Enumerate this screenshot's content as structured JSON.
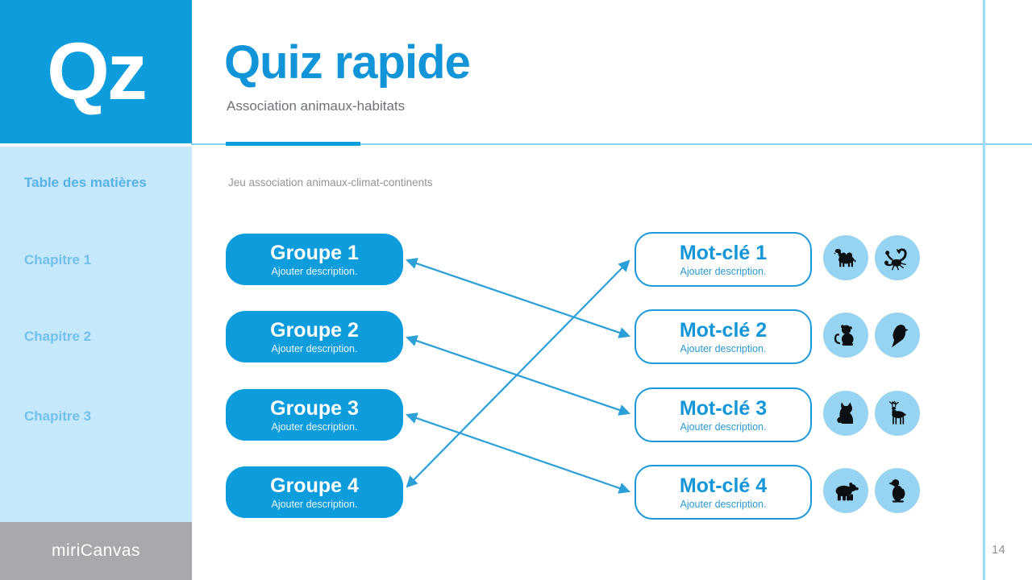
{
  "slide": {
    "page_number": "14"
  },
  "brand": {
    "logo_text": "Qz",
    "footer_brand": "miriCanvas"
  },
  "sidebar": {
    "items": [
      "Table des matières",
      "Chapitre 1",
      "Chapitre 2",
      "Chapitre 3"
    ]
  },
  "header": {
    "title": "Quiz rapide",
    "subtitle": "Association animaux-habitats"
  },
  "main": {
    "caption": "Jeu association animaux-climat-continents",
    "groups": [
      {
        "title": "Groupe 1",
        "description": "Ajouter description."
      },
      {
        "title": "Groupe 2",
        "description": "Ajouter description."
      },
      {
        "title": "Groupe 3",
        "description": "Ajouter description."
      },
      {
        "title": "Groupe 4",
        "description": "Ajouter description."
      }
    ],
    "keywords": [
      {
        "title": "Mot-clé 1",
        "description": "Ajouter description.",
        "icons": [
          "camel-icon",
          "scorpion-icon"
        ]
      },
      {
        "title": "Mot-clé 2",
        "description": "Ajouter description.",
        "icons": [
          "monkey-icon",
          "parrot-icon"
        ]
      },
      {
        "title": "Mot-clé 3",
        "description": "Ajouter description.",
        "icons": [
          "fox-icon",
          "deer-icon"
        ]
      },
      {
        "title": "Mot-clé 4",
        "description": "Ajouter description.",
        "icons": [
          "bear-icon",
          "penguin-icon"
        ]
      }
    ],
    "connections": [
      {
        "from": "Groupe 1",
        "to": "Mot-clé 2"
      },
      {
        "from": "Groupe 2",
        "to": "Mot-clé 3"
      },
      {
        "from": "Groupe 3",
        "to": "Mot-clé 4"
      },
      {
        "from": "Groupe 4",
        "to": "Mot-clé 1"
      }
    ]
  },
  "colors": {
    "primary": "#0d9cdc",
    "sidebar_bg": "#c5e8fa",
    "icon_circle_bg": "#96d4f1",
    "footer_bg": "#a8a9ad",
    "connector": "#2b9fd8"
  }
}
